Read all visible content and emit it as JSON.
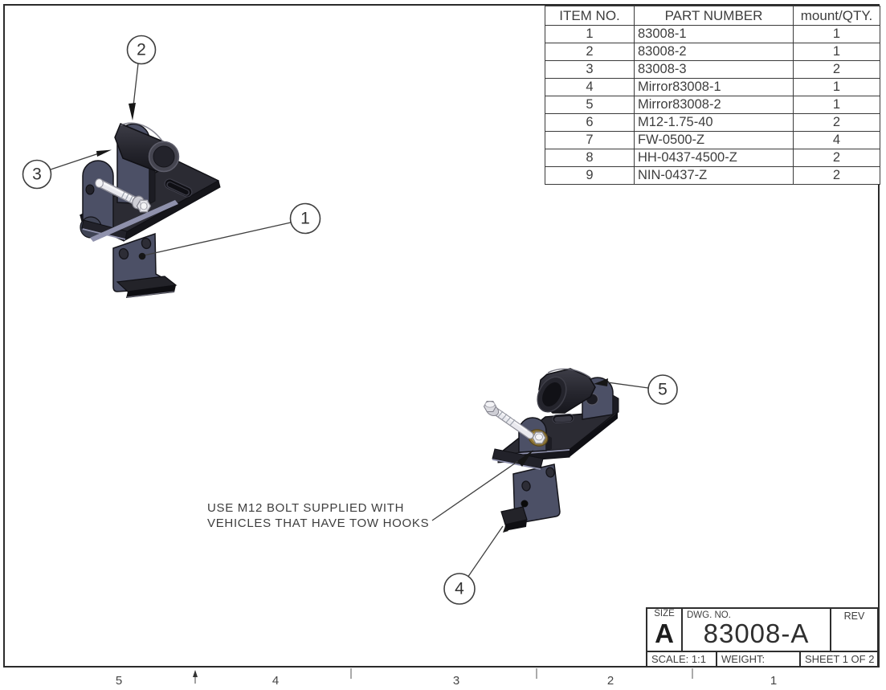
{
  "sheet": {
    "note_line1": "USE M12 BOLT SUPPLIED WITH",
    "note_line2": "VEHICLES THAT HAVE TOW HOOKS",
    "zone_labels": [
      "5",
      "4",
      "3",
      "2",
      "1"
    ],
    "balloons": {
      "b1": "1",
      "b2": "2",
      "b3": "3",
      "b4": "4",
      "b5": "5"
    }
  },
  "bom_table": {
    "headers": [
      "ITEM NO.",
      "PART NUMBER",
      "mount/QTY."
    ],
    "rows": [
      [
        "1",
        "83008-1",
        "1"
      ],
      [
        "2",
        "83008-2",
        "1"
      ],
      [
        "3",
        "83008-3",
        "2"
      ],
      [
        "4",
        "Mirror83008-1",
        "1"
      ],
      [
        "5",
        "Mirror83008-2",
        "1"
      ],
      [
        "6",
        "M12-1.75-40",
        "2"
      ],
      [
        "7",
        "FW-0500-Z",
        "4"
      ],
      [
        "8",
        "HH-0437-4500-Z",
        "2"
      ],
      [
        "9",
        "NIN-0437-Z",
        "2"
      ]
    ]
  },
  "title_block": {
    "size_label": "SIZE",
    "size_value": "A",
    "dwg_no_label": "DWG.  NO.",
    "dwg_no_value": "83008-A",
    "rev_label": "REV",
    "rev_value": "",
    "scale_text": "SCALE: 1:1",
    "weight_text": "WEIGHT:",
    "sheet_text": "SHEET 1 OF 2"
  },
  "colors": {
    "part_front_face": "#4c5066",
    "part_top_face": "#2b2b33",
    "part_shadow": "#15151a",
    "edge_highlight": "#9193ae",
    "hardware_silver": "#e9e9ee",
    "washer_brass": "#c6a449",
    "line_color": "#3f3f3f",
    "text_color": "#3e3e3e"
  }
}
